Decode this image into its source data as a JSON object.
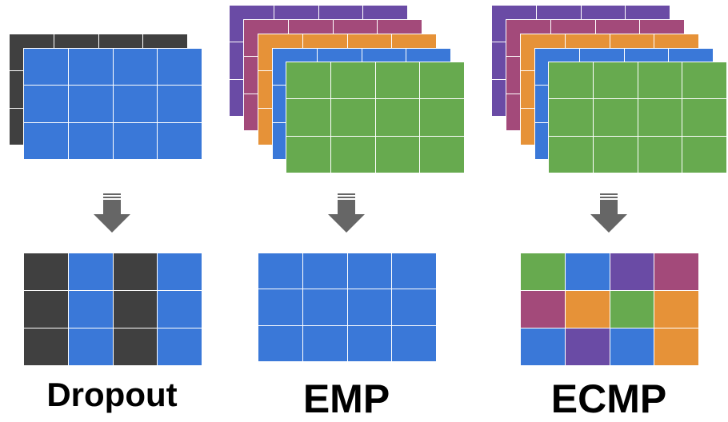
{
  "colors": {
    "dark": "#404040",
    "blue": "#3a78d8",
    "green": "#67aa4f",
    "purple": "#6a4ba5",
    "magenta": "#a34a7a",
    "orange": "#e69238",
    "arrow": "#666666"
  },
  "dropout": {
    "label": "Dropout",
    "input_stack": [
      "dark",
      "blue"
    ],
    "output_columns": [
      "dark",
      "blue",
      "dark",
      "blue"
    ]
  },
  "emp": {
    "label": "EMP",
    "input_stack": [
      "purple",
      "magenta",
      "orange",
      "blue",
      "green"
    ],
    "output_fill": "blue"
  },
  "ecmp": {
    "label": "ECMP",
    "input_stack": [
      "purple",
      "magenta",
      "orange",
      "blue",
      "green"
    ],
    "output_cells": [
      [
        "green",
        "blue",
        "purple",
        "magenta"
      ],
      [
        "magenta",
        "orange",
        "green",
        "orange"
      ],
      [
        "blue",
        "purple",
        "blue",
        "orange"
      ]
    ]
  }
}
